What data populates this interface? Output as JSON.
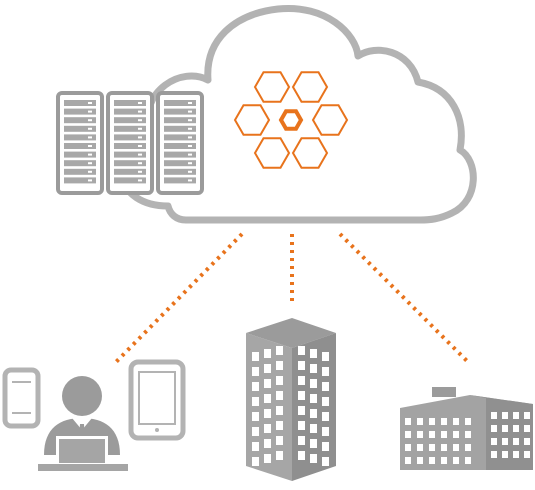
{
  "colors": {
    "gray": "#9b9b9b",
    "light_gray": "#b3b3b3",
    "dark_gray": "#8a8a8a",
    "orange": "#e8731c",
    "white": "#ffffff"
  },
  "icons": {
    "cloud": "cloud-icon",
    "server_rack": "server-rack-icon",
    "hex_cluster": "hexagon-cluster-icon",
    "smartphone": "smartphone-icon",
    "tablet": "tablet-icon",
    "user": "user-at-laptop-icon",
    "tower": "office-tower-icon",
    "building": "office-building-icon"
  },
  "connections": [
    {
      "from": "cloud",
      "to": "user-devices",
      "style": "dotted",
      "color": "orange"
    },
    {
      "from": "cloud",
      "to": "office-tower",
      "style": "dotted",
      "color": "orange"
    },
    {
      "from": "cloud",
      "to": "office-building",
      "style": "dotted",
      "color": "orange"
    }
  ]
}
